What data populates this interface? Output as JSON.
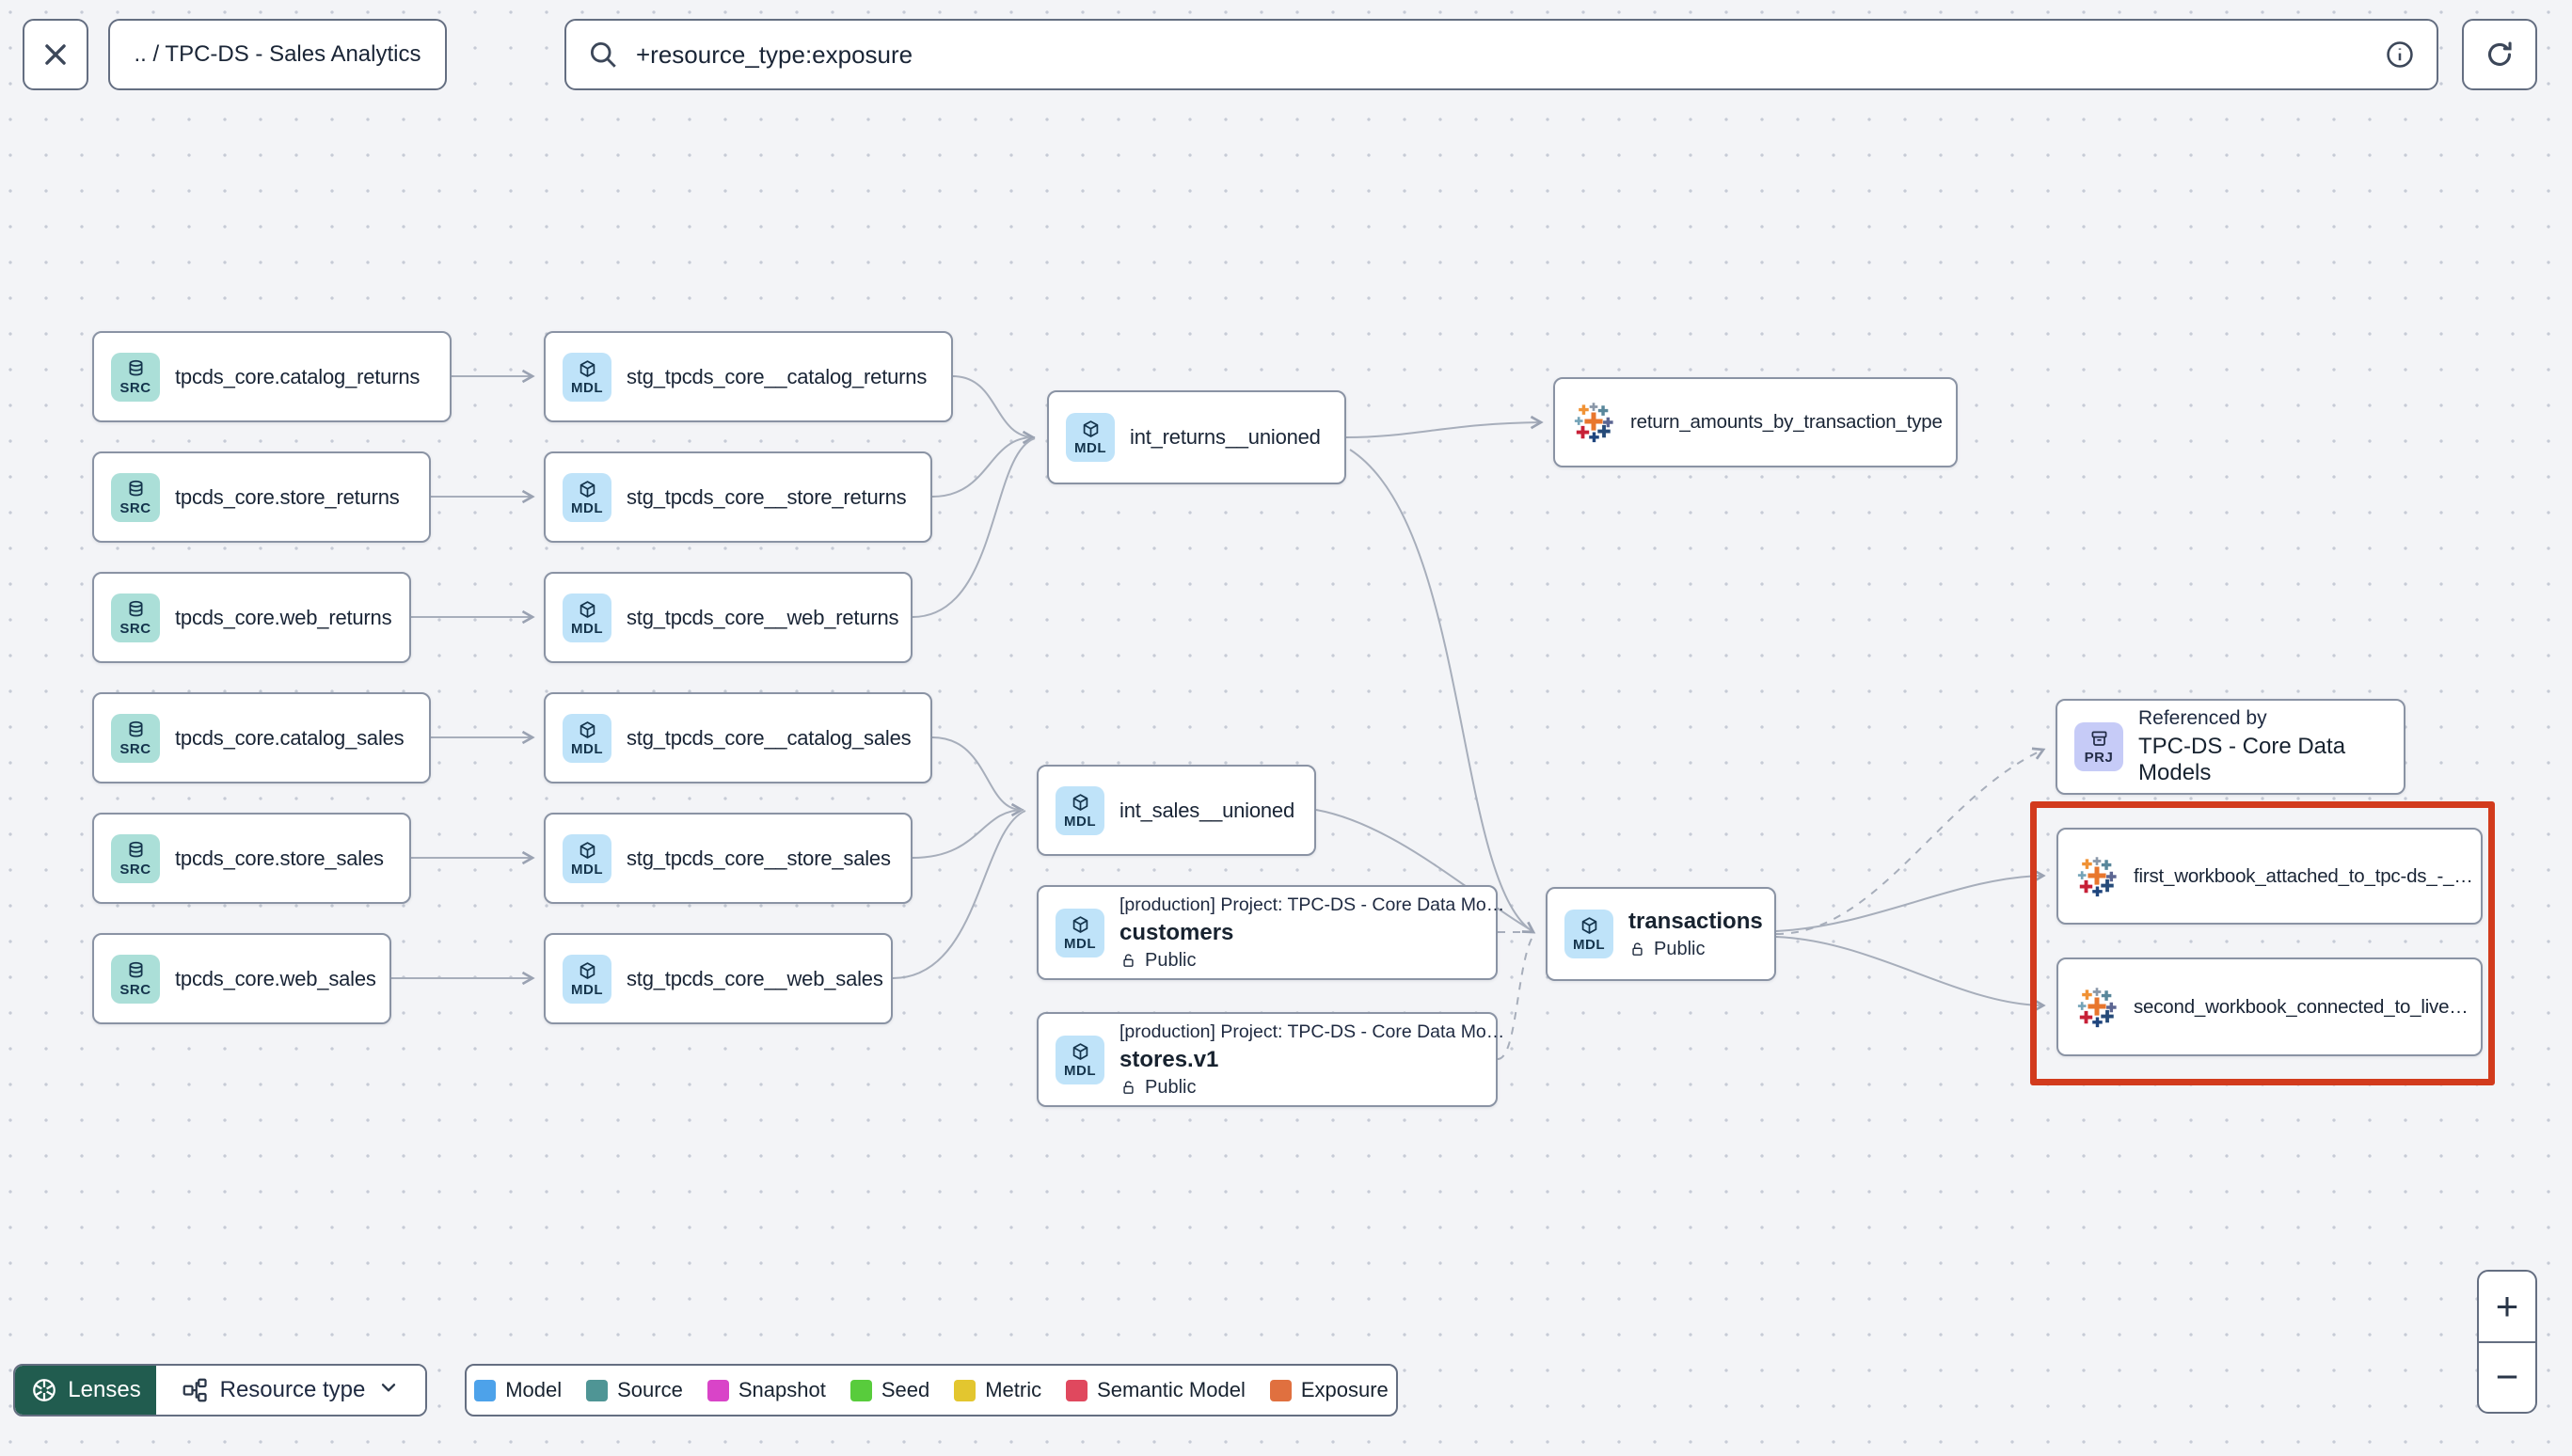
{
  "header": {
    "breadcrumb": ".. / TPC-DS - Sales Analytics",
    "search_value": "+resource_type:exposure"
  },
  "graph": {
    "sources": [
      {
        "badge": "SRC",
        "label": "tpcds_core.catalog_returns"
      },
      {
        "badge": "SRC",
        "label": "tpcds_core.store_returns"
      },
      {
        "badge": "SRC",
        "label": "tpcds_core.web_returns"
      },
      {
        "badge": "SRC",
        "label": "tpcds_core.catalog_sales"
      },
      {
        "badge": "SRC",
        "label": "tpcds_core.store_sales"
      },
      {
        "badge": "SRC",
        "label": "tpcds_core.web_sales"
      }
    ],
    "staging": [
      {
        "badge": "MDL",
        "label": "stg_tpcds_core__catalog_returns"
      },
      {
        "badge": "MDL",
        "label": "stg_tpcds_core__store_returns"
      },
      {
        "badge": "MDL",
        "label": "stg_tpcds_core__web_returns"
      },
      {
        "badge": "MDL",
        "label": "stg_tpcds_core__catalog_sales"
      },
      {
        "badge": "MDL",
        "label": "stg_tpcds_core__store_sales"
      },
      {
        "badge": "MDL",
        "label": "stg_tpcds_core__web_sales"
      }
    ],
    "intermediate": [
      {
        "badge": "MDL",
        "label": "int_returns__unioned"
      },
      {
        "badge": "MDL",
        "label": "int_sales__unioned"
      }
    ],
    "public_models": [
      {
        "badge": "MDL",
        "project": "[production] Project: TPC-DS - Core Data Mo…",
        "label": "customers",
        "access": "Public"
      },
      {
        "badge": "MDL",
        "project": "[production] Project: TPC-DS - Core Data Mo…",
        "label": "stores.v1",
        "access": "Public"
      },
      {
        "badge": "MDL",
        "label": "transactions",
        "access": "Public"
      }
    ],
    "project_ref": {
      "badge": "PRJ",
      "title": "Referenced by",
      "label": "TPC-DS - Core Data Models"
    },
    "exposures": [
      {
        "label": "return_amounts_by_transaction_type"
      },
      {
        "label": "first_workbook_attached_to_tpc-ds_-_…"
      },
      {
        "label": "second_workbook_connected_to_live…"
      }
    ]
  },
  "toolbar": {
    "lenses_label": "Lenses",
    "resource_type_label": "Resource type"
  },
  "legend": {
    "items": [
      {
        "label": "Model",
        "color": "#4da2ea"
      },
      {
        "label": "Source",
        "color": "#4f9595"
      },
      {
        "label": "Snapshot",
        "color": "#d944c8"
      },
      {
        "label": "Seed",
        "color": "#58cc3c"
      },
      {
        "label": "Metric",
        "color": "#e3c62f"
      },
      {
        "label": "Semantic Model",
        "color": "#e0485e"
      },
      {
        "label": "Exposure",
        "color": "#e0703f"
      }
    ]
  },
  "zoom_controls": {
    "zoom_in": "+",
    "zoom_out": "−"
  },
  "colors": {
    "highlight": "#d23b1d",
    "source_badge_bg": "#abdfd8",
    "model_badge_bg": "#bfe3f9",
    "project_badge_bg": "#c6cbf7",
    "lenses_bg": "#215c4f"
  }
}
